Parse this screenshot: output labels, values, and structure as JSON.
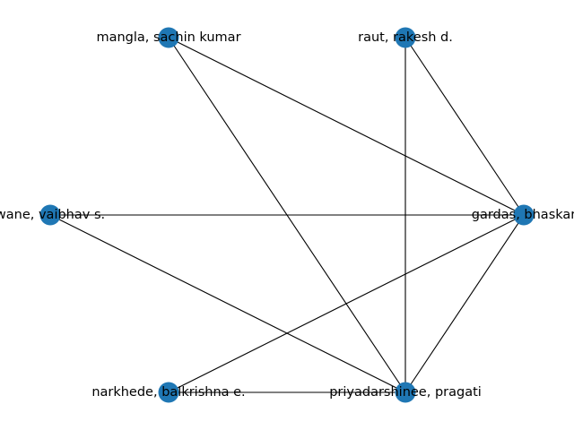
{
  "colors": {
    "node": "#1f77b4",
    "edge": "#000000",
    "label": "#000000"
  },
  "nodes": [
    {
      "id": "mangla",
      "label": "mangla, sachin kumar"
    },
    {
      "id": "raut",
      "label": "raut, rakesh d."
    },
    {
      "id": "wane",
      "label": "wane, vaibhav s."
    },
    {
      "id": "gardas",
      "label": "gardas, bhaskar"
    },
    {
      "id": "narkhede",
      "label": "narkhede, balkrishna e."
    },
    {
      "id": "priyadarshinee",
      "label": "priyadarshinee, pragati"
    }
  ],
  "edges": [
    {
      "source": "mangla",
      "target": "gardas"
    },
    {
      "source": "mangla",
      "target": "priyadarshinee"
    },
    {
      "source": "raut",
      "target": "gardas"
    },
    {
      "source": "raut",
      "target": "priyadarshinee"
    },
    {
      "source": "wane",
      "target": "gardas"
    },
    {
      "source": "wane",
      "target": "priyadarshinee"
    },
    {
      "source": "gardas",
      "target": "narkhede"
    },
    {
      "source": "gardas",
      "target": "priyadarshinee"
    },
    {
      "source": "narkhede",
      "target": "priyadarshinee"
    }
  ]
}
